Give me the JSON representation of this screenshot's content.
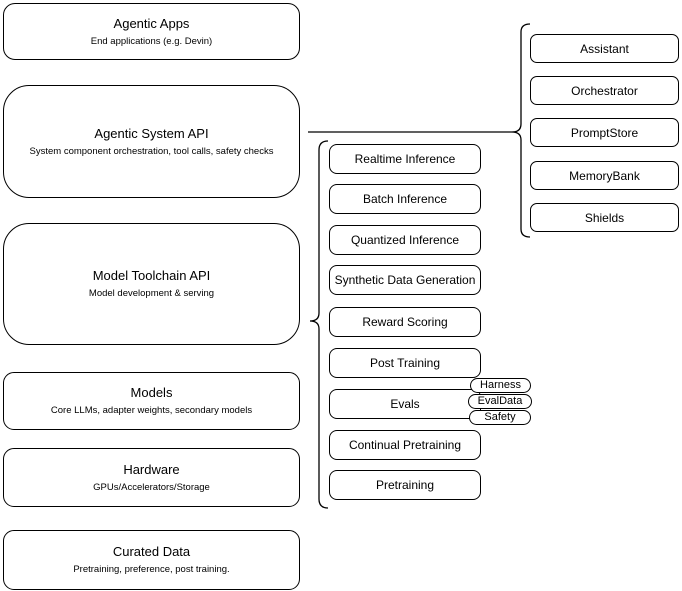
{
  "diagram": {
    "left_stack": [
      {
        "title": "Agentic Apps",
        "subtitle": "End applications (e.g. Devin)"
      },
      {
        "title": "Agentic System API",
        "subtitle": "System component orchestration, tool calls, safety checks"
      },
      {
        "title": "Model Toolchain API",
        "subtitle": "Model development & serving"
      },
      {
        "title": "Models",
        "subtitle": "Core LLMs, adapter weights, secondary models"
      },
      {
        "title": "Hardware",
        "subtitle": "GPUs/Accelerators/Storage"
      },
      {
        "title": "Curated Data",
        "subtitle": "Pretraining, preference, post training."
      }
    ],
    "toolchain_services": [
      "Realtime Inference",
      "Batch Inference",
      "Quantized Inference",
      "Synthetic Data Generation",
      "Reward Scoring",
      "Post Training",
      "Evals",
      "Continual Pretraining",
      "Pretraining"
    ],
    "eval_tags": [
      "Harness",
      "EvalData",
      "Safety"
    ],
    "system_components": [
      "Assistant",
      "Orchestrator",
      "PromptStore",
      "MemoryBank",
      "Shields"
    ]
  },
  "colors": {
    "stroke": "#000000",
    "fill": "#ffffff",
    "background": "#ffffff"
  }
}
